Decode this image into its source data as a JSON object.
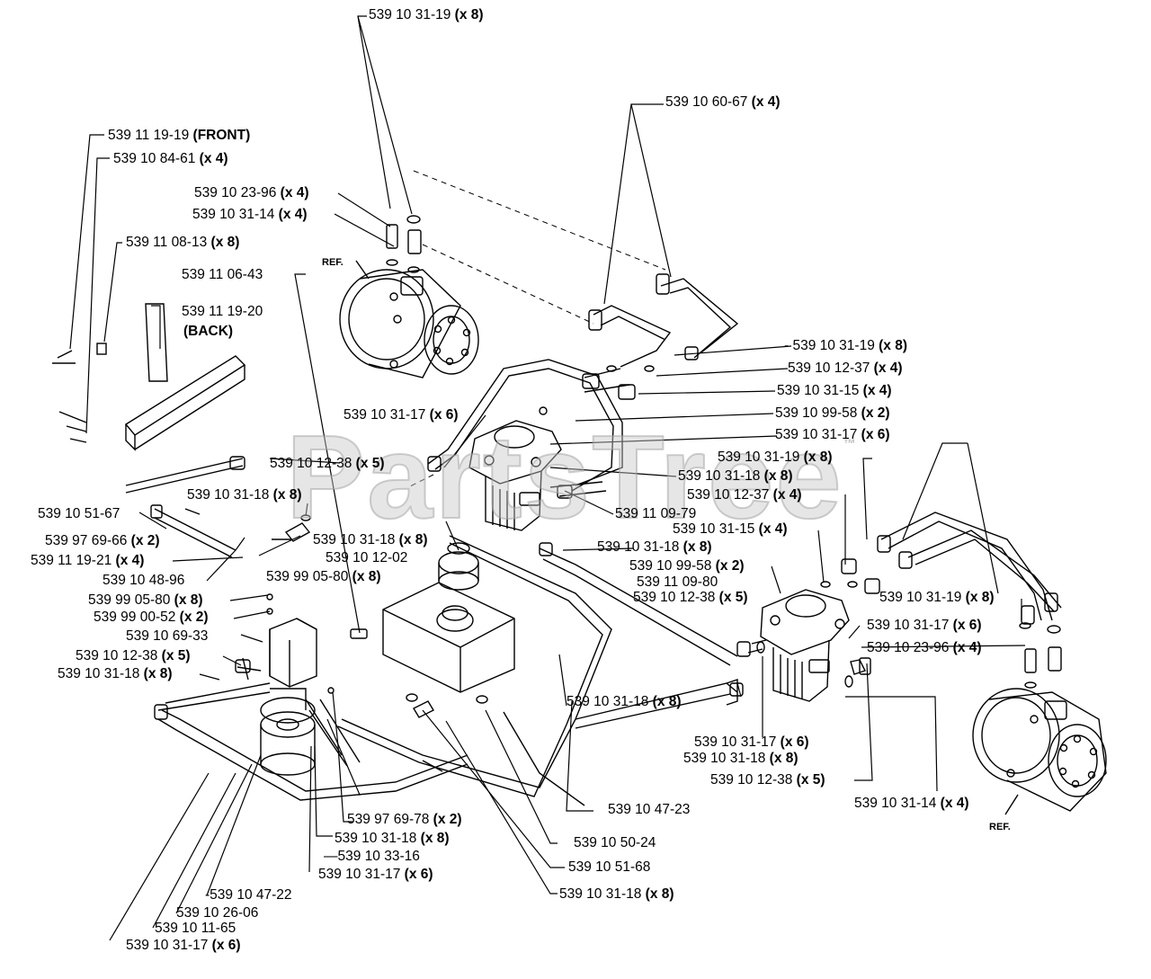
{
  "watermark": {
    "text": "PartsTree",
    "mark": "™"
  },
  "ref_label": "REF.",
  "labels": [
    {
      "part": "539 10 31-19",
      "qty": "(x 8)"
    },
    {
      "part": "539 10 60-67",
      "qty": "(x 4)"
    },
    {
      "part": "539 11 19-19",
      "qty": "(FRONT)"
    },
    {
      "part": "539 10 84-61",
      "qty": "(x 4)"
    },
    {
      "part": "539 10 23-96",
      "qty": "(x 4)"
    },
    {
      "part": "539 10 31-14",
      "qty": "(x 4)"
    },
    {
      "part": "539 11 08-13",
      "qty": "(x 8)"
    },
    {
      "part": "539 11 06-43",
      "qty": ""
    },
    {
      "part": "539 11 19-20",
      "qty": ""
    },
    {
      "part": "",
      "qty": "(BACK)"
    },
    {
      "part": "- 539 10 31-19",
      "qty": "(x 8)"
    },
    {
      "part": "539 10 12-37",
      "qty": "(x 4)"
    },
    {
      "part": "539 10 31-15",
      "qty": "(x 4)"
    },
    {
      "part": "539 10 99-58",
      "qty": "(x 2)"
    },
    {
      "part": "539 10 31-17",
      "qty": "(x 6)"
    },
    {
      "part": "539 10 31-17",
      "qty": "(x 6)"
    },
    {
      "part": "539 10 31-19",
      "qty": "(x 8)"
    },
    {
      "part": "539 10 12-38",
      "qty": "(x 5)"
    },
    {
      "part": "539 10 31-18",
      "qty": "(x 8)"
    },
    {
      "part": "539 10 12-37",
      "qty": "(x 4)"
    },
    {
      "part": "539 10 31-18",
      "qty": "(x 8)"
    },
    {
      "part": "539 11 09-79",
      "qty": ""
    },
    {
      "part": "539 10 51-67",
      "qty": ""
    },
    {
      "part": "539 10 31-15",
      "qty": "(x 4)"
    },
    {
      "part": "539 97 69-66",
      "qty": "(x 2)"
    },
    {
      "part": "539 10 31-18",
      "qty": "(x 8)"
    },
    {
      "part": "539 11 19-21",
      "qty": "(x 4)"
    },
    {
      "part": "539 10 31-18",
      "qty": "(x 8)"
    },
    {
      "part": "539 10 12-02",
      "qty": ""
    },
    {
      "part": "539 10 48-96",
      "qty": ""
    },
    {
      "part": "539 10 99-58",
      "qty": "(x 2)"
    },
    {
      "part": "539 99 05-80",
      "qty": "(x 8)"
    },
    {
      "part": "539 11 09-80",
      "qty": ""
    },
    {
      "part": "539 99 05-80",
      "qty": "(x 8)"
    },
    {
      "part": "539 10 12-38",
      "qty": "(x 5)"
    },
    {
      "part": "539 10 31-19",
      "qty": "(x 8)"
    },
    {
      "part": "539 99 00-52",
      "qty": "(x 2)"
    },
    {
      "part": "539 10 31-17",
      "qty": "(x 6)"
    },
    {
      "part": "539 10 69-33",
      "qty": ""
    },
    {
      "part": "539 10 23-96",
      "qty": "(x 4)"
    },
    {
      "part": "539 10 12-38",
      "qty": "(x 5)"
    },
    {
      "part": "539 10 31-18",
      "qty": "(x 8)"
    },
    {
      "part": "539 10 31-18",
      "qty": "(x 8)"
    },
    {
      "part": "539 10 31-17",
      "qty": "(x 6)"
    },
    {
      "part": "539 10 31-18",
      "qty": "(x 8)"
    },
    {
      "part": "539 10 12-38",
      "qty": "(x 5)"
    },
    {
      "part": "539 10 31-14",
      "qty": "(x 4)"
    },
    {
      "part": "539 10 47-23",
      "qty": ""
    },
    {
      "part": "539 97 69-78",
      "qty": "(x 2)"
    },
    {
      "part": "539 10 31-18",
      "qty": "(x 8)"
    },
    {
      "part": "539 10 50-24",
      "qty": ""
    },
    {
      "part": "—539 10 33-16",
      "qty": ""
    },
    {
      "part": "539 10 51-68",
      "qty": ""
    },
    {
      "part": "539 10 31-17",
      "qty": "(x 6)"
    },
    {
      "part": "539 10 31-18",
      "qty": "(x 8)"
    },
    {
      "part": "-539 10 47-22",
      "qty": ""
    },
    {
      "part": "539 10 26-06",
      "qty": ""
    },
    {
      "part": "539 10 11-65",
      "qty": ""
    },
    {
      "part": "539 10 31-17",
      "qty": "(x 6)"
    }
  ]
}
